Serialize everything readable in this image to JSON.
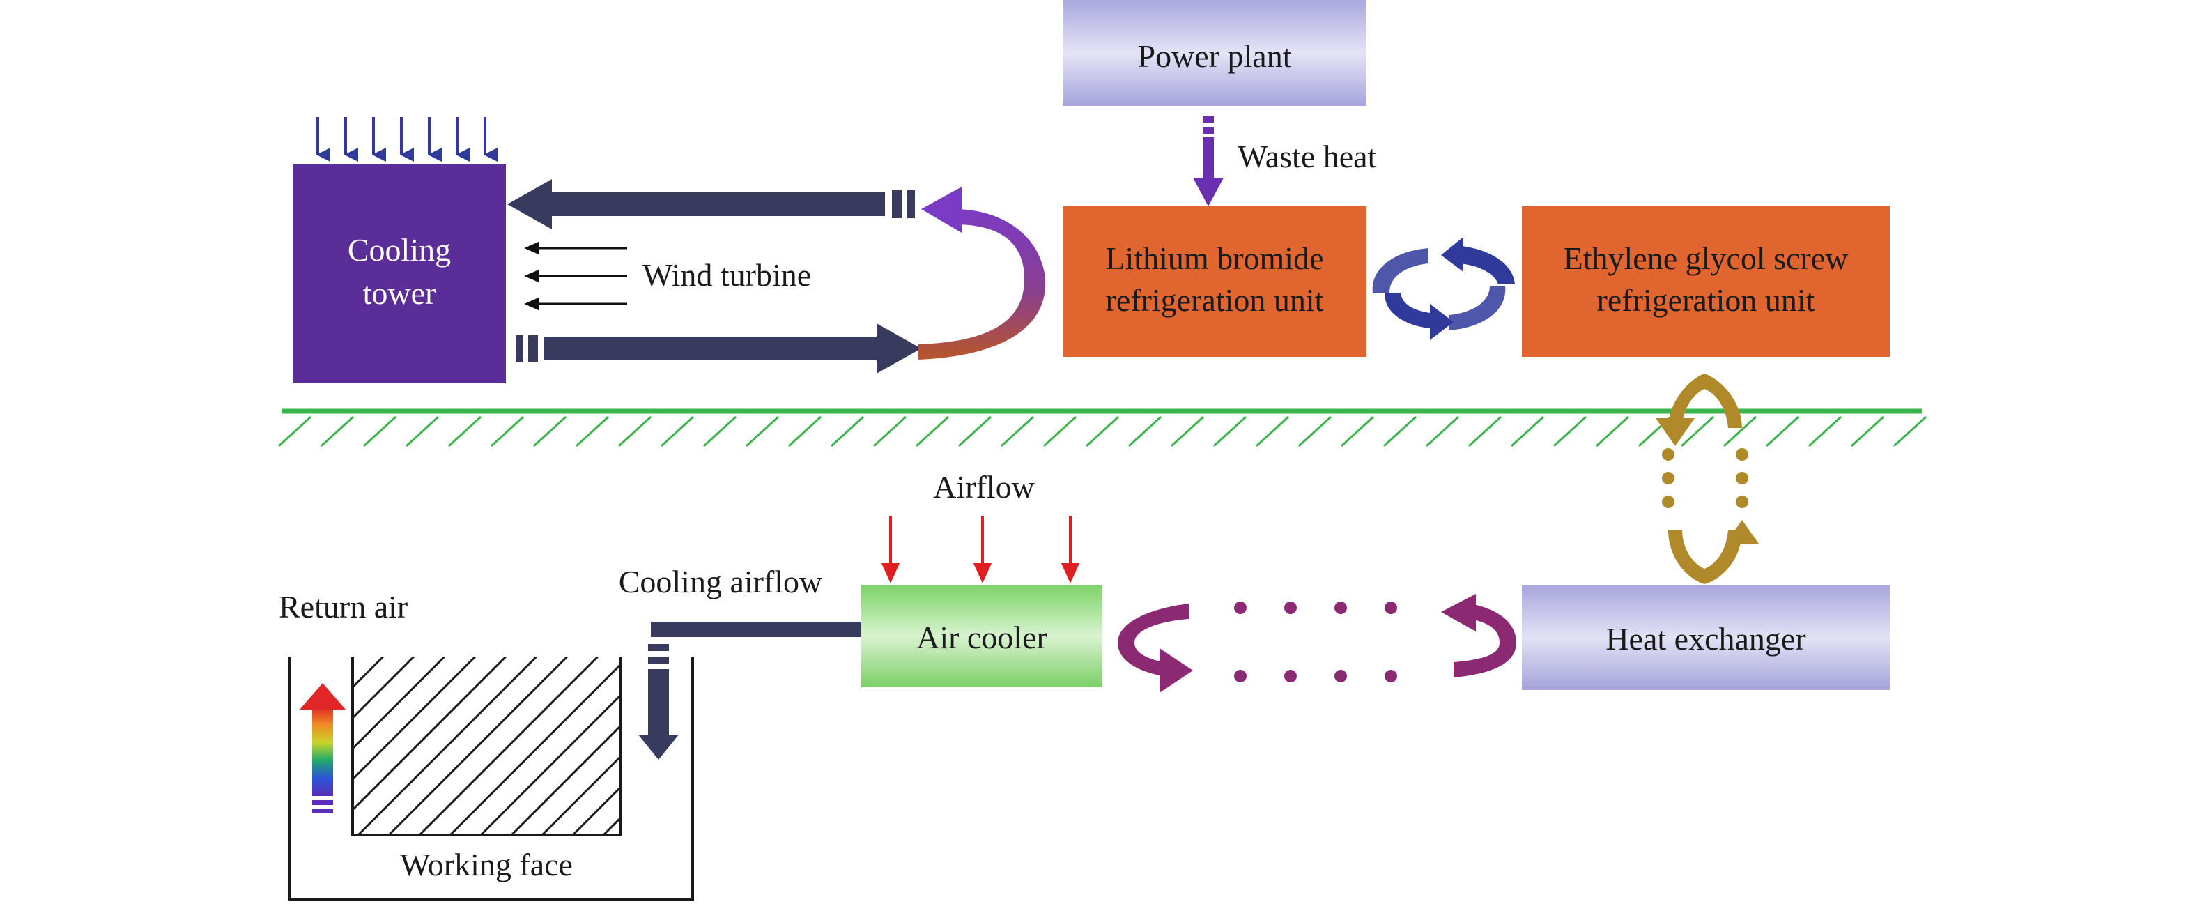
{
  "labels": {
    "power_plant": "Power plant",
    "waste_heat": "Waste heat",
    "cooling_tower_line1": "Cooling",
    "cooling_tower_line2": "tower",
    "wind_turbine": "Wind turbine",
    "libr_line1": "Lithium bromide",
    "libr_line2": "refrigeration unit",
    "eg_line1": "Ethylene glycol screw",
    "eg_line2": "refrigeration unit",
    "airflow": "Airflow",
    "cooling_airflow": "Cooling airflow",
    "air_cooler": "Air cooler",
    "heat_exchanger": "Heat exchanger",
    "return_air": "Return air",
    "working_face": "Working face"
  },
  "colors": {
    "cooling_tower": "#5b2d99",
    "orange_unit": "#e0652f",
    "navy_arrow": "#383a5e",
    "ground_line": "#3cb44b",
    "hatch_green": "#3cb44b",
    "red_arrow": "#e02020",
    "blue_arrow": "#2f3a9a",
    "magenta_arrow": "#8b2a72",
    "gold_arrow": "#b08a2a"
  }
}
